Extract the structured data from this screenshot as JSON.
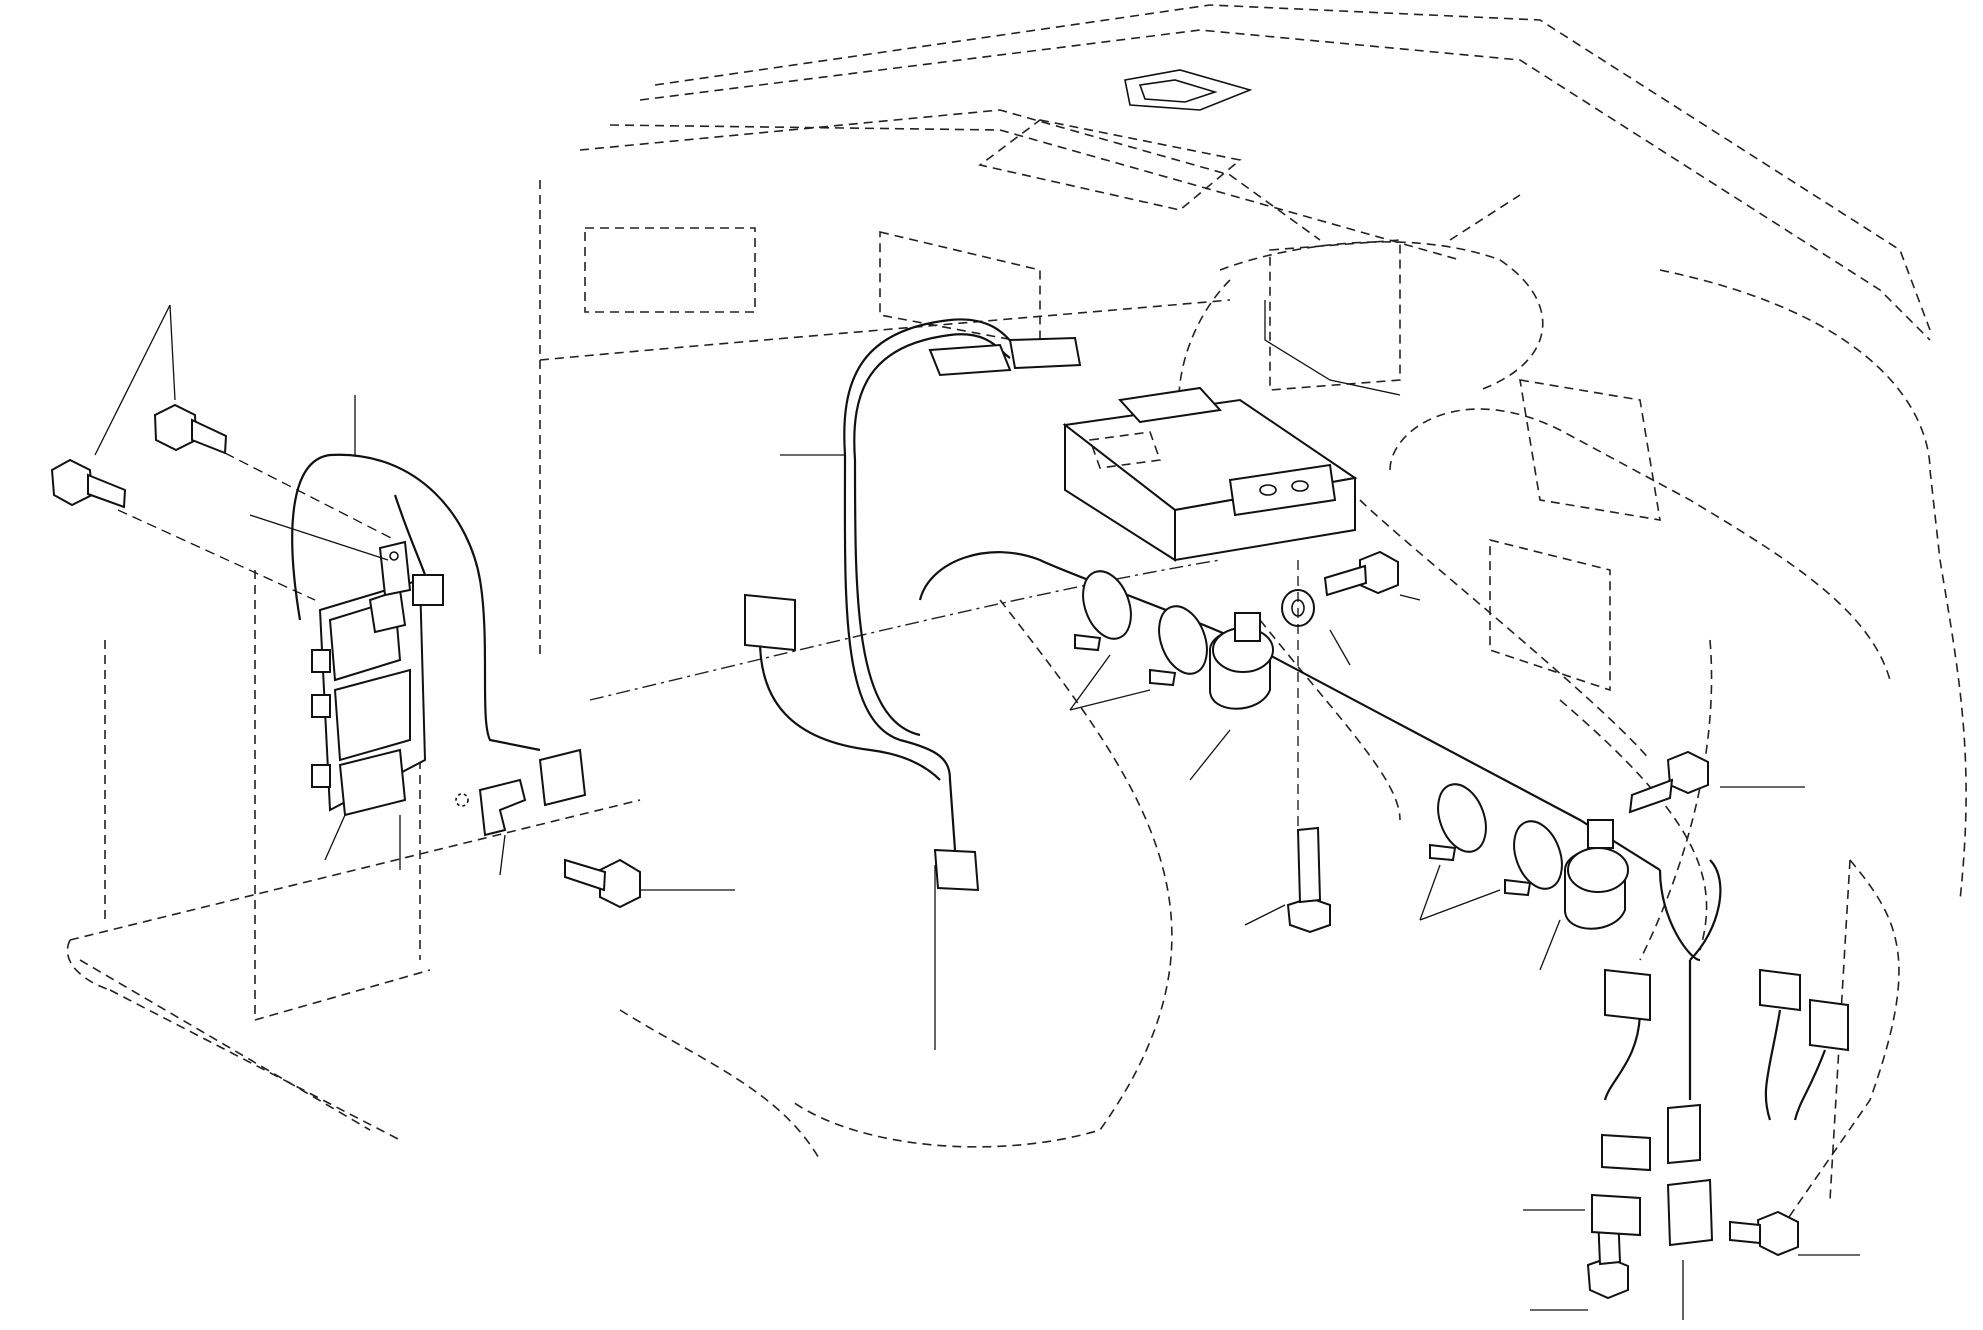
{
  "figure": {
    "kind": "exploded parts line drawing",
    "callout_labels": [],
    "colors": {
      "ink": "#111111",
      "paper": "#ffffff"
    }
  },
  "parts": [
    {
      "name": "relay-assembly"
    },
    {
      "name": "control-unit"
    },
    {
      "name": "wire-harness"
    },
    {
      "name": "hose-clamp"
    },
    {
      "name": "ferrite-core"
    },
    {
      "name": "bolt"
    },
    {
      "name": "washer"
    },
    {
      "name": "connector"
    },
    {
      "name": "mounting-bracket"
    }
  ]
}
